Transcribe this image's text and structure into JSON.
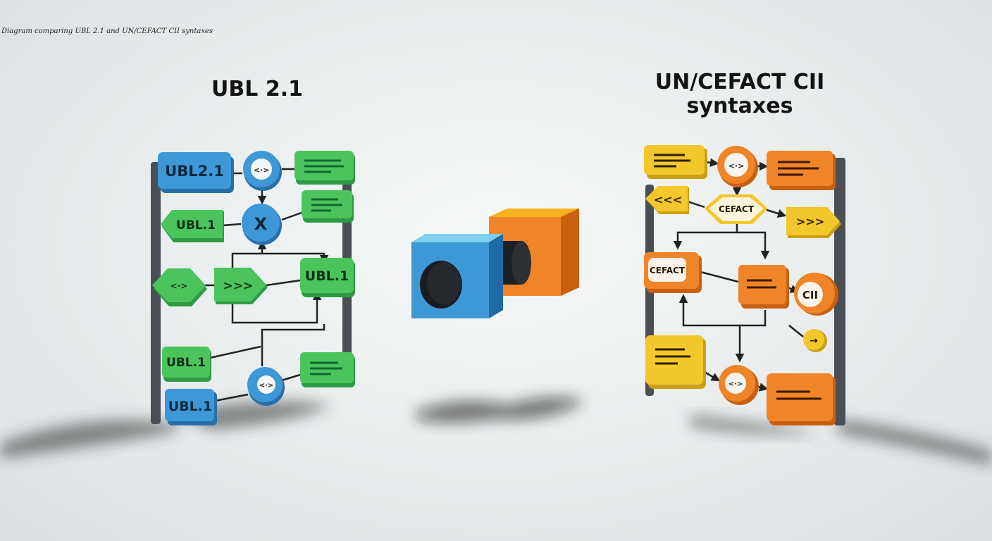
{
  "caption": "Diagram comparing UBL 2.1 and UN/CEFACT CII syntaxes",
  "left": {
    "title": "UBL 2.1",
    "labels": {
      "ubl21": "UBL2.1",
      "ubl1_a": "UBL.1",
      "ubl1_b": "UBL.1",
      "ubl1_c": "UBL.1",
      "ubl1_d": "UBL.1",
      "x": "X",
      "code": "<·>",
      "chev": ">>>"
    }
  },
  "right": {
    "title_line1": "UN/CEFACT CII",
    "title_line2": "syntaxes",
    "labels": {
      "cefact_a": "CEFACT",
      "cefact_b": "CEFACT",
      "cii": "CII",
      "code": "<·>",
      "chev_left": "<<<",
      "chev_right": ">>>",
      "arrow": "→"
    }
  },
  "colors": {
    "blue": "#3e98d6",
    "green": "#4cc45e",
    "yellow": "#f3c62b",
    "orange": "#ef8428",
    "frame": "#4a4f55"
  }
}
